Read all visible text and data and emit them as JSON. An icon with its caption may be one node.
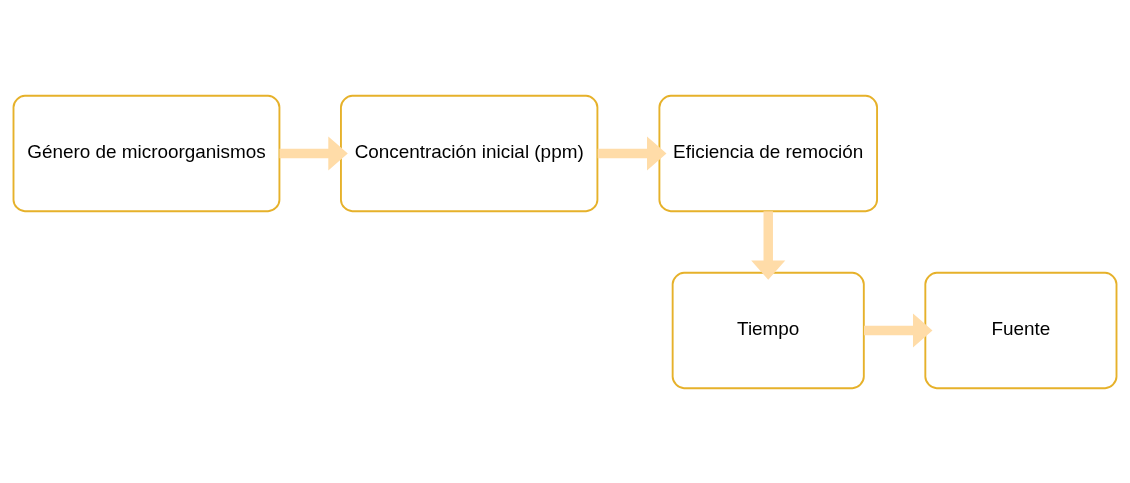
{
  "diagram": {
    "nodes": [
      {
        "text": [
          "Género de microorganismos"
        ]
      },
      {
        "text": [
          "Concentración inicial (ppm)"
        ]
      },
      {
        "text": [
          "Eficiencia de remoción"
        ]
      },
      {
        "text": [
          "Tiempo"
        ]
      },
      {
        "text": [
          "Fuente"
        ]
      }
    ],
    "edges": [
      {
        "from": 0,
        "to": 1,
        "arrow": "to"
      },
      {
        "from": 1,
        "to": 2,
        "arrow": "to"
      },
      {
        "from": 2,
        "to": 3,
        "arrow": "to"
      },
      {
        "from": 3,
        "to": 4,
        "arrow": "to"
      }
    ]
  }
}
